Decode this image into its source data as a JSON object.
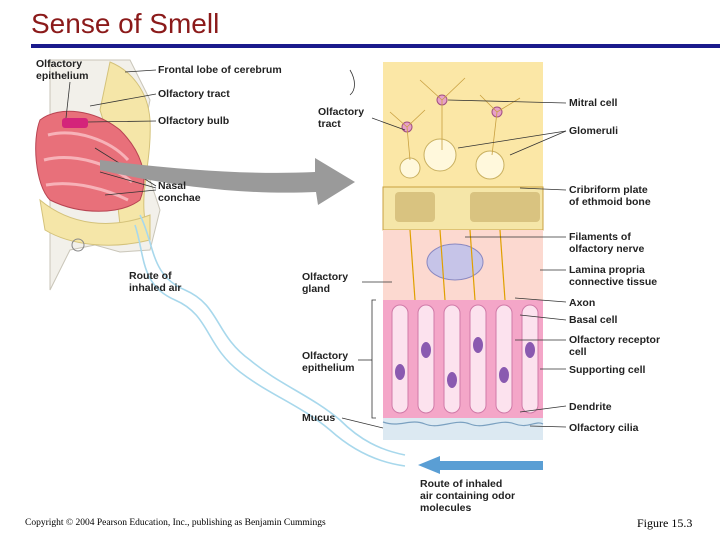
{
  "slide": {
    "title": "Sense of Smell",
    "copyright": "Copyright © 2004 Pearson Education, Inc., publishing as Benjamin Cummings",
    "figure": "Figure 15.3"
  },
  "labels": {
    "olfactory_epithelium_top": [
      "Olfactory",
      "epithelium"
    ],
    "frontal_lobe": "Frontal lobe of cerebrum",
    "olfactory_tract_left": "Olfactory tract",
    "olfactory_bulb": "Olfactory bulb",
    "nasal_conchae": [
      "Nasal",
      "conchae"
    ],
    "route_inhaled_air": [
      "Route of",
      "inhaled air"
    ],
    "olfactory_tract_mid": [
      "Olfactory",
      "tract"
    ],
    "olfactory_gland": [
      "Olfactory",
      "gland"
    ],
    "olfactory_epithelium_mid": [
      "Olfactory",
      "epithelium"
    ],
    "mucus": "Mucus",
    "mitral_cell": "Mitral cell",
    "glomeruli": "Glomeruli",
    "cribriform_plate": [
      "Cribriform plate",
      "of ethmoid bone"
    ],
    "filaments": [
      "Filaments of",
      "olfactory nerve"
    ],
    "lamina_propria": [
      "Lamina propria",
      "connective tissue"
    ],
    "axon": "Axon",
    "basal_cell": "Basal cell",
    "receptor_cell": [
      "Olfactory receptor",
      "cell"
    ],
    "supporting_cell": "Supporting cell",
    "dendrite": "Dendrite",
    "olfactory_cilia": "Olfactory cilia",
    "route_odor": [
      "Route of inhaled",
      "air containing odor",
      "molecules"
    ]
  },
  "colors": {
    "title": "#8b1a1a",
    "rule": "#1a1a8c",
    "bone": "#f5e6a8",
    "nasal": "#e8707a",
    "brain": "#fbe7a6",
    "receptor": "#f4a6c8",
    "air": "#a8d8ec",
    "arrow": "#9a9a9a"
  }
}
